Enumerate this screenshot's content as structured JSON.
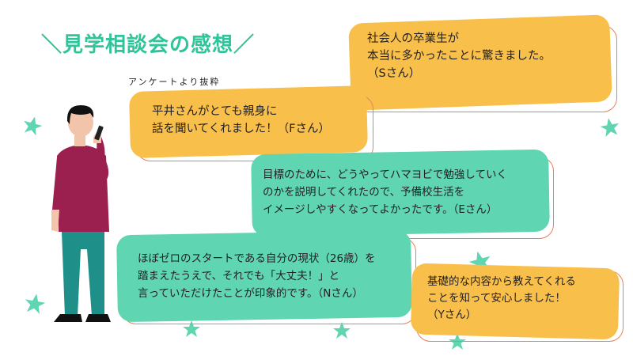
{
  "title": "＼見学相談会の感想／",
  "subtitle": "アンケートより抜粋",
  "comments": [
    {
      "lines": [
        "社会人の卒業生が",
        "本当に多かったことに驚きました。",
        "（Sさん）"
      ]
    },
    {
      "lines": [
        "平井さんがとても親身に",
        "話を聞いてくれました！（Fさん）"
      ]
    },
    {
      "lines": [
        "目標のために、どうやってハマヨビで勉強していく",
        "のかを説明してくれたので、予備校生活を",
        "イメージしやすくなってよかったです。（Eさん）"
      ]
    },
    {
      "lines": [
        "ほぼゼロのスタートである自分の現状（26歳）を",
        "踏まえたうえで、それでも「大丈夫！」と",
        "言っていただけたことが印象的です。（Nさん）"
      ]
    },
    {
      "lines": [
        "基礎的な内容から教えてくれる",
        "ことを知って安心しました！",
        "（Yさん）"
      ]
    }
  ],
  "colors": {
    "accent": "#2ec59a",
    "yellow": "#f9bf4b",
    "green": "#5fd5b2",
    "outline": "#e7835a"
  }
}
